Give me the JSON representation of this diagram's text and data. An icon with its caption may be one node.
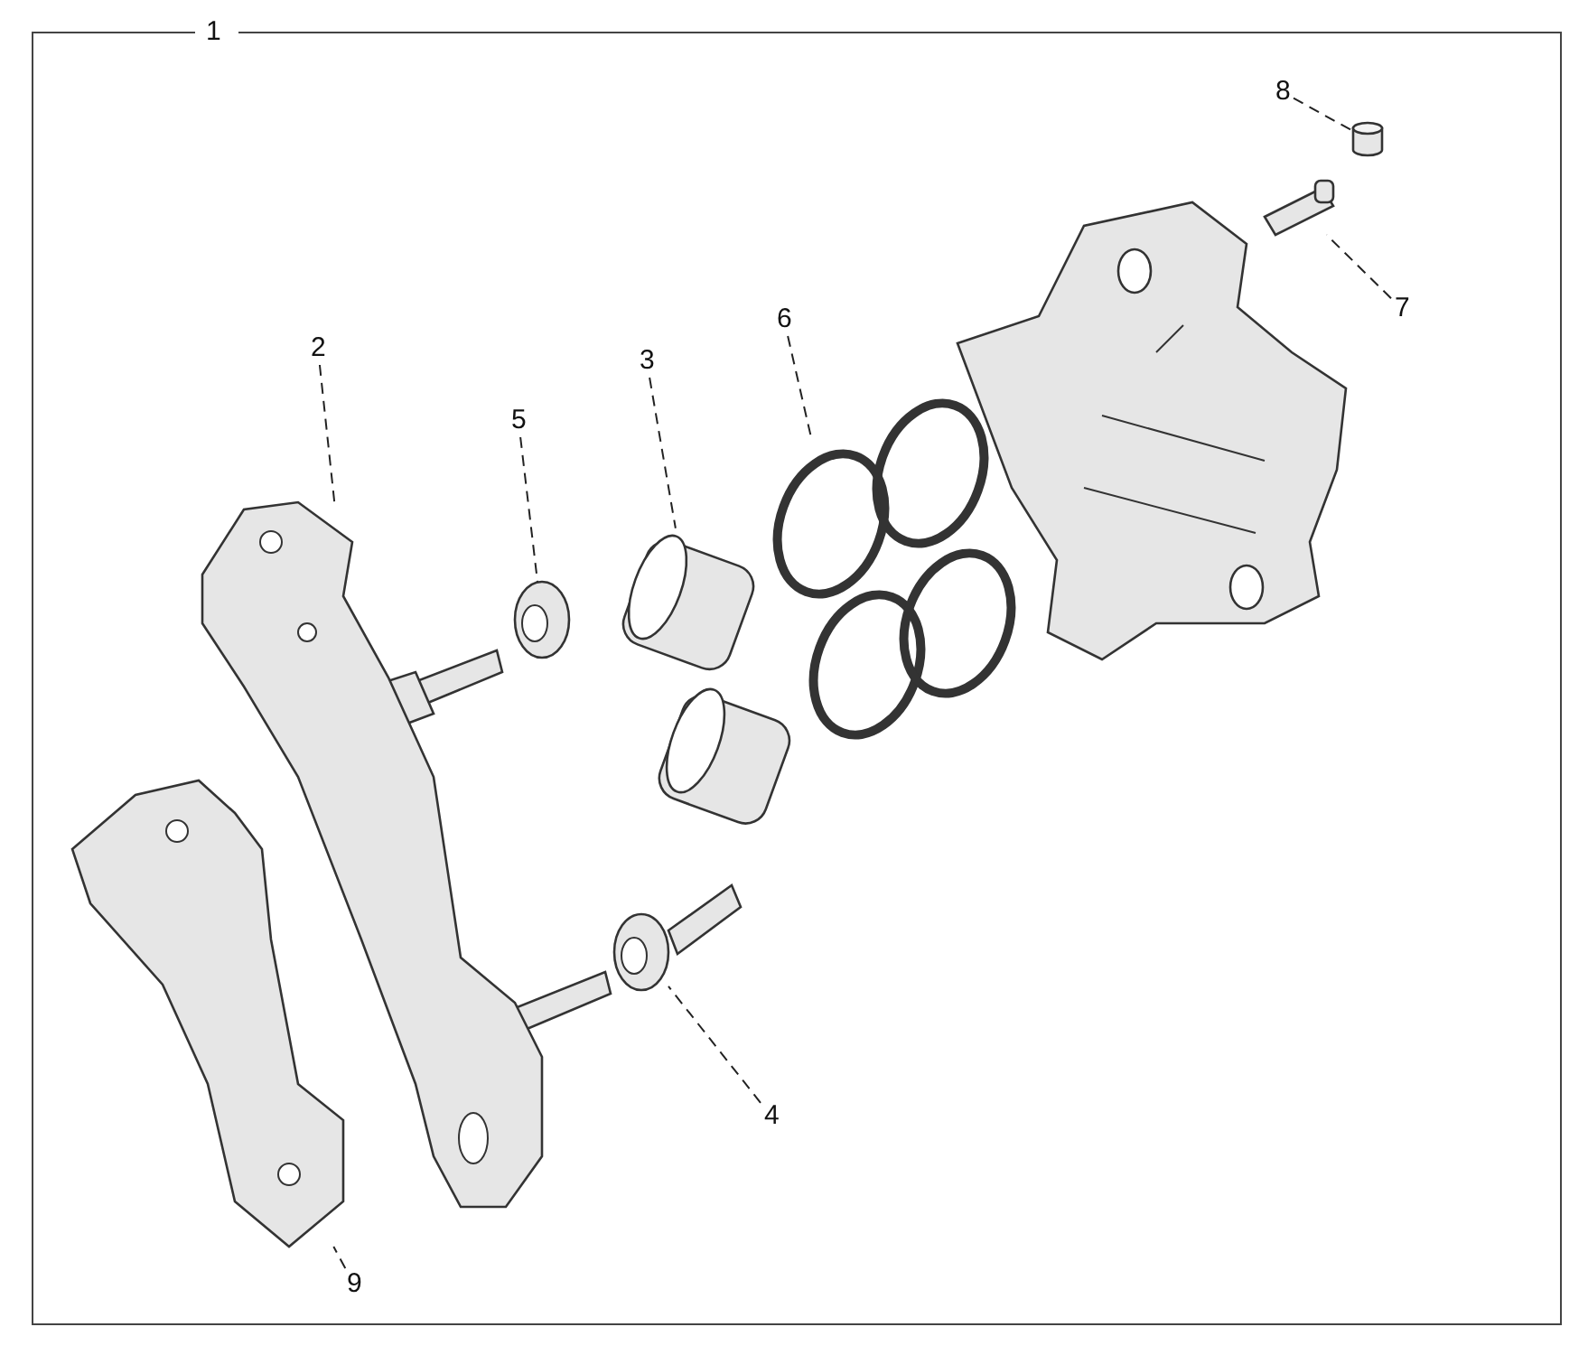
{
  "diagram": {
    "nodes": [
      {
        "text": [
          "8"
        ]
      },
      {
        "text": [],
        "shape": "cylinder"
      },
      {
        "text": [
          "7"
        ]
      },
      {
        "text": [],
        "shape": "picture"
      },
      {
        "text": [
          "2"
        ]
      },
      {
        "text": [],
        "shape": "picture"
      },
      {
        "text": [
          "6"
        ]
      },
      {
        "text": [],
        "shape": "circle"
      },
      {
        "text": [
          "3"
        ]
      },
      {
        "text": [],
        "shape": "picture"
      },
      {
        "text": [
          "5"
        ]
      },
      {
        "text": [],
        "shape": "picture"
      },
      {
        "text": [
          "4"
        ]
      },
      {
        "text": [],
        "shape": "picture"
      },
      {
        "text": [
          "9"
        ]
      },
      {
        "text": [],
        "shape": "picture"
      }
    ],
    "edges": [
      {
        "from": 0,
        "to": 1,
        "arrow": "none",
        "style": "dashed"
      },
      {
        "from": 2,
        "to": 3,
        "arrow": "none",
        "style": "dashed"
      },
      {
        "from": 4,
        "to": 5,
        "arrow": "none",
        "style": "dashed"
      },
      {
        "from": 6,
        "to": 7,
        "arrow": "none",
        "style": "dashed"
      },
      {
        "from": 8,
        "to": 9,
        "arrow": "none",
        "style": "dashed"
      },
      {
        "from": 10,
        "to": 11,
        "arrow": "none",
        "style": "dashed"
      },
      {
        "from": 12,
        "to": 13,
        "arrow": "none",
        "style": "dashed"
      },
      {
        "from": 14,
        "to": 15,
        "arrow": "none",
        "style": "dashed"
      }
    ],
    "labels": [
      "1"
    ]
  }
}
